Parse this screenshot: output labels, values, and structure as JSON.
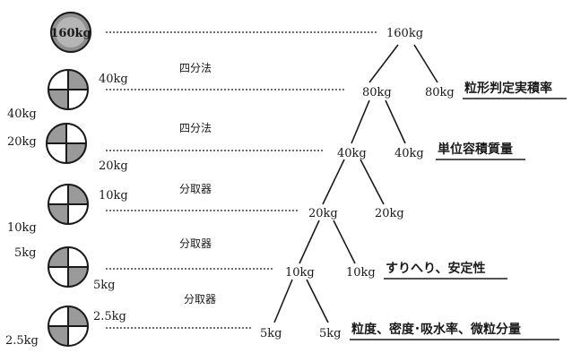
{
  "source": {
    "circle_label": "160kg"
  },
  "rows": [
    {
      "circle": "quarter",
      "left_top": "40kg",
      "left_bottom": "40kg",
      "method": "四分法"
    },
    {
      "circle": "quarter",
      "left_top": "20kg",
      "left_bottom": "20kg",
      "method": "四分法"
    },
    {
      "circle": "quarter",
      "left_top": "10kg",
      "left_bottom": "10kg",
      "method": "分取器"
    },
    {
      "circle": "quarter",
      "left_top": "5kg",
      "left_bottom": "5kg",
      "method": "分取器"
    },
    {
      "circle": "quarter",
      "left_top": "2.5kg",
      "left_bottom": "2.5kg",
      "method": "分取器"
    }
  ],
  "tree": {
    "root": "160kg",
    "levels": [
      {
        "keep": "80kg",
        "test_mass": "80kg",
        "test": "粒形判定実積率"
      },
      {
        "keep": "40kg",
        "test_mass": "40kg",
        "test": "単位容積質量"
      },
      {
        "keep": "20kg",
        "test_mass": "20kg",
        "test": ""
      },
      {
        "keep": "10kg",
        "test_mass": "10kg",
        "test": "すりへり、安定性"
      },
      {
        "keep": "5kg",
        "test_mass": "5kg",
        "test": "粒度、密度･吸水率、微粒分量"
      }
    ]
  },
  "colors": {
    "ink": "#1a1a1a",
    "hatch": "#9a9a9a"
  }
}
